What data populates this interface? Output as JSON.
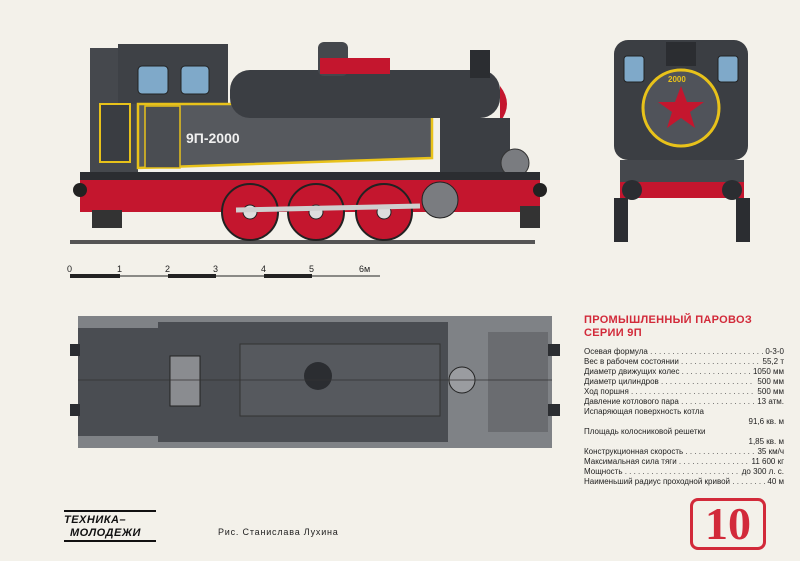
{
  "locomotive": {
    "number_plate": "9П-2000",
    "front_plate": "2000"
  },
  "scale": {
    "ticks": [
      "0",
      "1",
      "2",
      "3",
      "4",
      "5",
      "6м"
    ]
  },
  "info": {
    "title_line1": "ПРОМЫШЛЕННЫЙ ПАРОВОЗ",
    "title_line2": "СЕРИИ 9П",
    "specs": [
      {
        "label": "Осевая формула",
        "value": "0-3-0"
      },
      {
        "label": "Вес в рабочем состоянии",
        "value": "55,2 т"
      },
      {
        "label": "Диаметр движущих колес",
        "value": "1050 мм"
      },
      {
        "label": "Диаметр цилиндров",
        "value": "500 мм"
      },
      {
        "label": "Ход поршня",
        "value": "500 мм"
      },
      {
        "label": "Давление котлового пара",
        "value": "13 атм."
      },
      {
        "label": "Испаряющая поверхность котла",
        "value": "91,6 кв. м"
      },
      {
        "label": "Площадь колосниковой решетки",
        "value": "1,85 кв. м"
      },
      {
        "label": "Конструкционная скорость",
        "value": "35 км/ч"
      },
      {
        "label": "Максимальная сила тяги",
        "value": "11 600 кг"
      },
      {
        "label": "Мощность",
        "value": "до 300 л. с."
      },
      {
        "label": "Наименьший радиус проходной кривой",
        "value": "40 м"
      }
    ]
  },
  "footer": {
    "logo_line1": "ТЕХНИКА–",
    "logo_line2": "МОЛОДЕЖИ",
    "credit": "Рис. Станислава Лухина",
    "issue_number": "10"
  },
  "colors": {
    "body": "#4a4d52",
    "dark": "#2b2d31",
    "red": "#c4162e",
    "yellow": "#e8c21a",
    "paper": "#f3f1ea"
  }
}
